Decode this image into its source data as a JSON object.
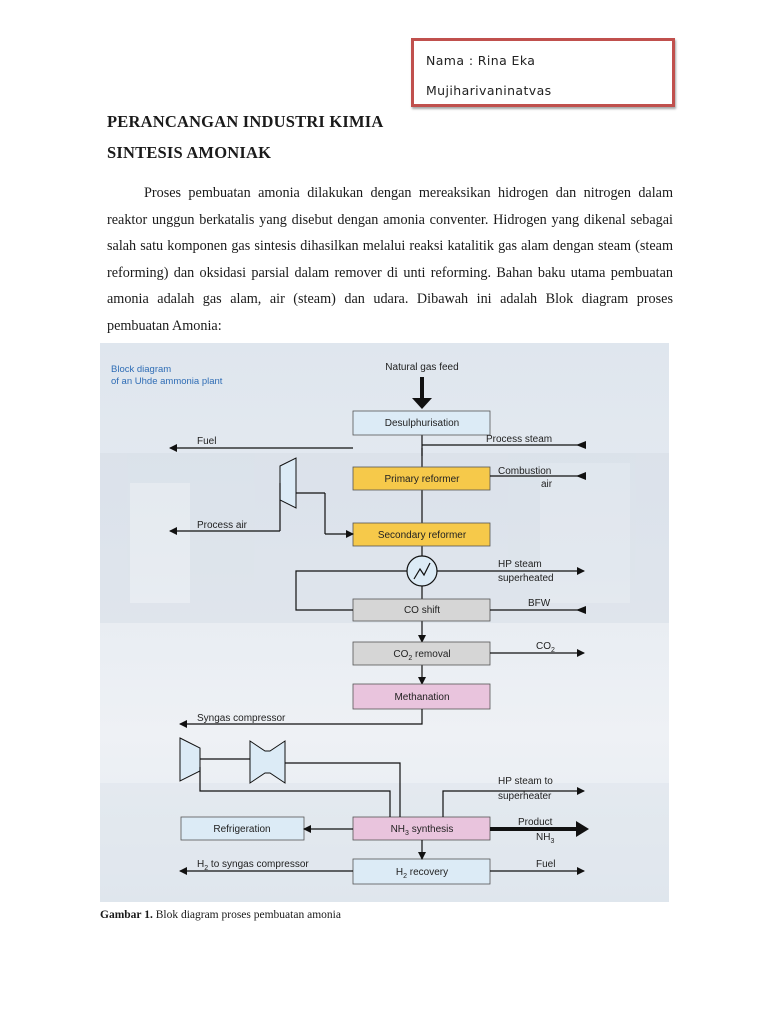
{
  "name_box": {
    "line1": "Nama  : Rina Eka",
    "line2": "Mujiharivaninatvas"
  },
  "heading": {
    "line1": "PERANCANGAN INDUSTRI KIMIA",
    "line2": "SINTESIS AMONIAK"
  },
  "paragraph": "Proses pembuatan amonia dilakukan dengan mereaksikan hidrogen dan nitrogen dalam reaktor unggun berkatalis yang disebut dengan amonia conventer. Hidrogen yang dikenal sebagai salah satu komponen gas sintesis dihasilkan melalui reaksi katalitik gas alam dengan steam (steam reforming) dan oksidasi parsial dalam remover di unti reforming. Bahan baku utama pembuatan amonia adalah gas alam, air (steam) dan udara. Dibawah ini adalah Blok diagram  proses pembuatan Amonia:",
  "diagram": {
    "title_line1": "Block diagram",
    "title_line2": "of an Uhde ammonia plant",
    "feed": "Natural gas feed",
    "blocks": {
      "desulph": "Desulphurisation",
      "primary": "Primary reformer",
      "secondary": "Secondary reformer",
      "co_shift": "CO shift",
      "co2_removal_pre": "CO",
      "co2_removal_sub": "2",
      "co2_removal_post": " removal",
      "methanation": "Methanation",
      "refrigeration": "Refrigeration",
      "nh3_pre": "NH",
      "nh3_sub": "3",
      "nh3_post": " synthesis",
      "h2_pre": "H",
      "h2_sub": "2",
      "h2_post": " recovery"
    },
    "streams": {
      "fuel_left": "Fuel",
      "process_steam": "Process steam",
      "combustion": "Combustion",
      "air": "air",
      "process_air": "Process air",
      "hp_steam": "HP steam",
      "superheated": "superheated",
      "bfw": "BFW",
      "co2_pre": "CO",
      "co2_sub": "2",
      "syngas_compressor": "Syngas compressor",
      "hp_steam_to": "HP steam to",
      "superheater": "superheater",
      "product": "Product",
      "nh3_pre": "NH",
      "nh3_sub": "3",
      "h2_syngas_pre": "H",
      "h2_syngas_sub": "2",
      "h2_syngas_post": " to syngas compressor",
      "fuel_right": "Fuel"
    },
    "colors": {
      "blue_block": "#dcebf6",
      "yellow_block": "#f6c94a",
      "grey_block": "#d6d6d6",
      "pink_block": "#e9c4dd",
      "title_blue": "#2f6db5"
    }
  },
  "caption": {
    "bold": "Gambar 1.",
    "text": " Blok diagram proses pembuatan amonia"
  }
}
